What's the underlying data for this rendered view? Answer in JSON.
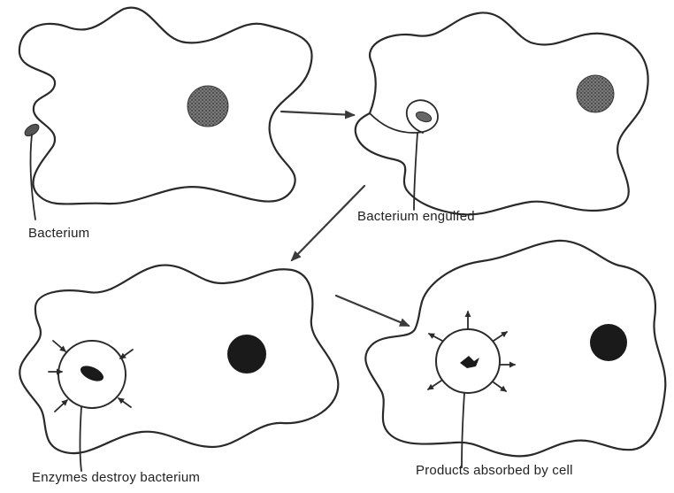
{
  "figure": {
    "labels": {
      "bacterium": "Bacterium",
      "engulfed": "Bacterium engulfed",
      "enzymes": "Enzymes destroy bacterium",
      "products": "Products absorbed by cell"
    },
    "colors": {
      "ink": "#2a2a2a",
      "nucleus_dark": "#1a1a1a",
      "nucleus_stippled": "#555555",
      "background": "#ffffff"
    }
  }
}
